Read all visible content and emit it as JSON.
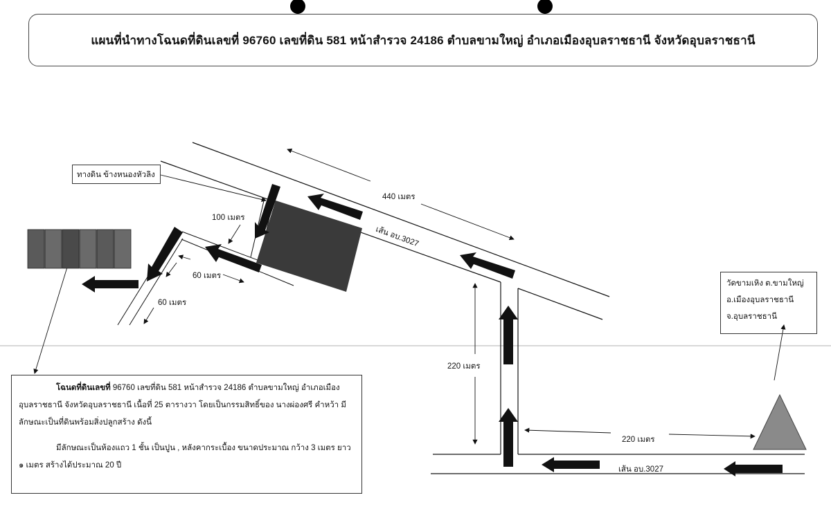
{
  "title": "แผนที่นำทางโฉนดที่ดินเลขที่ 96760 เลขที่ดิน 581 หน้าสำรวจ 24186 ตำบลขามใหญ่ อำเภอเมืองอุบลราชธานี จังหวัดอุบลราชธานี",
  "labels": {
    "dirt_road": "ทางดิน ข้างหนองหัวลิง",
    "dist_440": "440 เมตร",
    "road_main": "เส้น อบ.3027",
    "dist_100": "100 เมตร",
    "dist_60a": "60 เมตร",
    "dist_60b": "60 เมตร",
    "dist_220_vertical": "220 เมตร",
    "dist_220_horizontal": "220 เมตร",
    "road_bottom": "เส้น อบ.3027"
  },
  "temple": {
    "line1": "วัดขามเหิง  ต.ขามใหญ่",
    "line2": "อ.เมืองอุบลราชธานี",
    "line3": "จ.อุบลราชธานี"
  },
  "info": {
    "bold_lead": "โฉนดที่ดินเลขที่",
    "line1_rest": " 96760 เลขที่ดิน 581 หน้าสำรวจ 24186 ตำบลขามใหญ่ อำเภอเมือง",
    "line2": "อุบลราชธานี จังหวัดอุบลราชธานี เนื้อที่ 25 ตารางวา โดยเป็นกรรมสิทธิ์ของ นางผ่องศรี คำหว้า มี",
    "line3": "ลักษณะเป็นที่ดินพร้อมสิ่งปลูกสร้าง ดังนี้",
    "line4": "มีลักษณะเป็นห้องแถว 1 ชั้น เป็นปูน , หลังคากระเบื้อง ขนาดประมาณ กว้าง 3 เมตร ยาว",
    "line5": "๑ เมตร สร้างได้ประมาณ 20 ปี"
  },
  "colors": {
    "arrow": "#111111",
    "plot": "#3a3a3a",
    "temple": "#8a8a8a",
    "building": "#5a5a5a"
  },
  "icons": {
    "temple": "triangle-icon",
    "direction": "arrow-icon"
  }
}
